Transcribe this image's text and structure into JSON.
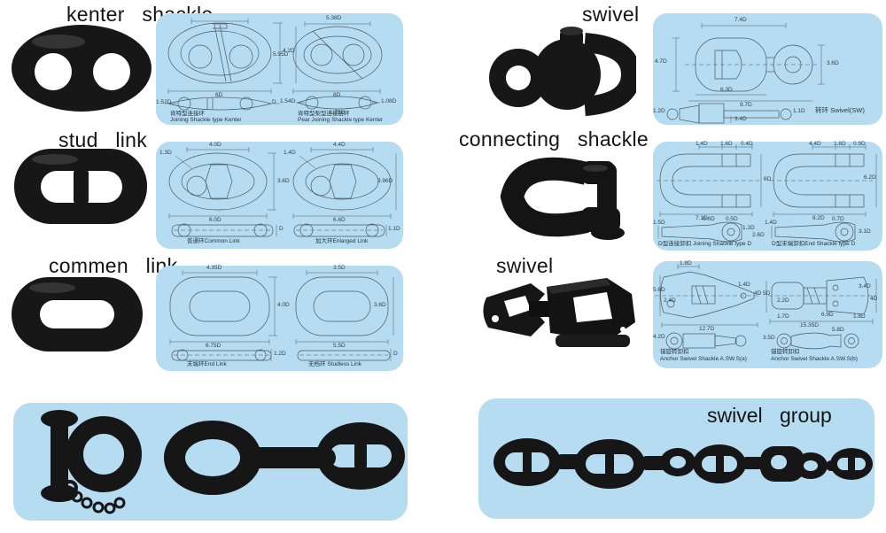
{
  "colors": {
    "panel_bg": "#b6dcf2",
    "ink": "#141414",
    "drawing_line": "#4a5a64"
  },
  "titles": {
    "kenter": "kenter shackle",
    "stud": "stud link",
    "commen": "commen link",
    "swivel_top": "swivel",
    "connecting": "connecting shackle",
    "swivel_mid": "swivel",
    "swivel_group": "swivel group"
  },
  "panels": {
    "kenter": {
      "drawings": [
        {
          "label_cn": "肯特型连接环",
          "label_en": "Joining Shackle type Kenter",
          "dims": [
            "4.2D",
            "6D",
            "1.52D",
            "D"
          ]
        },
        {
          "label_cn": "肯特型梨型连接链环",
          "label_en": "Pear Joining Shackle type Kenter",
          "dims": [
            "5.38D",
            "5.95D",
            "8D",
            "1.54D",
            "1.08D",
            "1.75D"
          ]
        }
      ]
    },
    "stud": {
      "drawings": [
        {
          "label_cn": "普通环",
          "label_en": "Common Link",
          "dims": [
            "4.0D",
            "1.3D",
            "3.6D",
            "6.0D",
            "D"
          ]
        },
        {
          "label_cn": "加大环",
          "label_en": "Enlarged Link",
          "dims": [
            "4.4D",
            "1.4D",
            "3.96D",
            "6.6D",
            "1.1D"
          ]
        }
      ]
    },
    "commen": {
      "drawings": [
        {
          "label_cn": "末端环",
          "label_en": "End Link",
          "dims": [
            "4.35D",
            "4.0D",
            "6.75D",
            "1.2D"
          ]
        },
        {
          "label_cn": "无档环 ",
          "label_en": "Studless Link",
          "dims": [
            "3.5D",
            "3.6D",
            "5.5D",
            "D"
          ]
        }
      ]
    },
    "swivel_top": {
      "label_cn": "转环",
      "label_en": "Swivel(SW)",
      "dims": [
        "7.4D",
        "4.7D",
        "3.6D",
        "6.3D",
        "9.7D",
        "1.2D",
        "1.1D",
        "3.4D"
      ]
    },
    "connecting": {
      "drawings": [
        {
          "label_cn": "D型连接卸扣 ",
          "label_en": "Joining Shackle type D",
          "dims": [
            "1.4D",
            "1.6D",
            "0.4D",
            "6D",
            "7.1D",
            "1.5D",
            "0.6D",
            "0.5D",
            "1.2D",
            "2.6D"
          ]
        },
        {
          "label_cn": "D型末端卸扣",
          "label_en": "End Shackle type D",
          "dims": [
            "4.4D",
            "1.8D",
            "0.9D",
            "6.2D",
            "8.2D",
            "1.4D",
            "0.7D",
            "3.1D"
          ]
        }
      ]
    },
    "swivel_mid": {
      "drawings": [
        {
          "label_cn": "锚旋转卸扣",
          "label_en": "Anchor Swivel Shackle A.SW.S(a)",
          "dims": [
            "1.8D",
            "5.6D",
            "2.4D",
            "1.4D",
            "4D",
            "12.7D",
            "4.2D"
          ]
        },
        {
          "label_cn": "锚旋转卸扣",
          "label_en": "Anchor Swivel Shackle A.SW.S(b)",
          "dims": [
            "5D",
            "2.2D",
            "3.4D",
            "4D",
            "1.7D",
            "6.9D",
            "15.35D",
            "1.8D",
            "3.5D",
            "5.8D"
          ]
        }
      ]
    }
  }
}
